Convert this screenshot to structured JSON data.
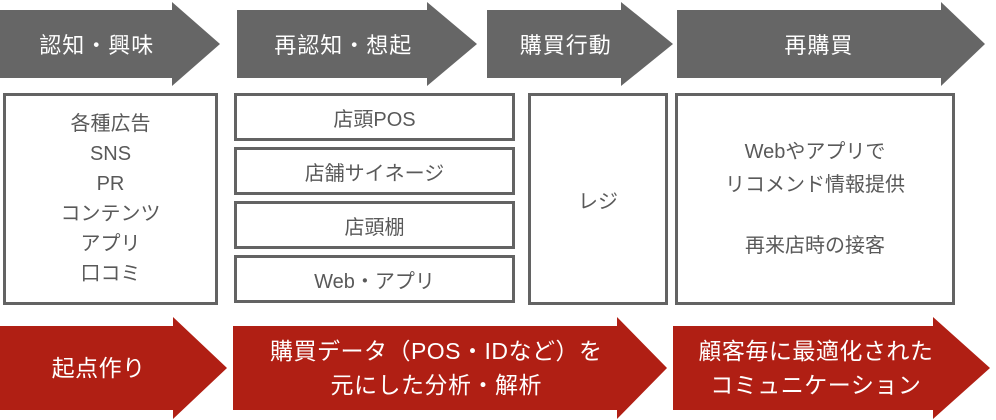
{
  "stages": [
    {
      "label": "認知・興味"
    },
    {
      "label": "再認知・想起"
    },
    {
      "label": "購買行動"
    },
    {
      "label": "再購買"
    }
  ],
  "touchpoints": {
    "awareness": [
      "各種広告",
      "SNS",
      "PR",
      "コンテンツ",
      "アプリ",
      "口コミ"
    ],
    "recall": [
      "店頭POS",
      "店舗サイネージ",
      "店頭棚",
      "Web・アプリ"
    ],
    "purchase": "レジ",
    "repurchase": [
      "Webやアプリで",
      "リコメンド情報提供",
      "再来店時の接客"
    ]
  },
  "actions": [
    {
      "lines": [
        "起点作り"
      ]
    },
    {
      "lines": [
        "購買データ（POS・IDなど）を",
        "元にした分析・解析"
      ]
    },
    {
      "lines": [
        "顧客毎に最適化された",
        "コミュニケーション"
      ]
    }
  ],
  "colors": {
    "stage_arrow": "#666666",
    "action_arrow": "#b01f14",
    "box_border": "#636363",
    "box_text": "#595959",
    "arrow_text": "#ffffff"
  }
}
